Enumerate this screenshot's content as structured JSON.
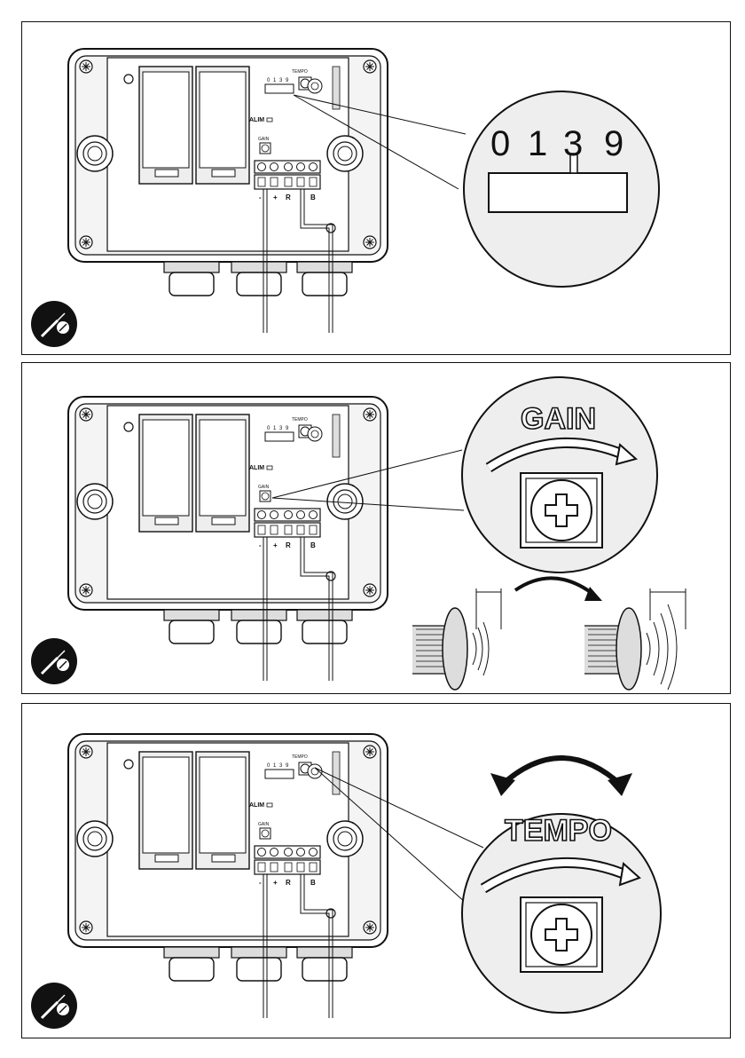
{
  "labels": {
    "tempo_small": "TEMPO",
    "gain_small": "GAIN",
    "alim": "ALIM",
    "terminal_minus": "-",
    "terminal_plus": "+",
    "terminal_r": "R",
    "terminal_b": "B",
    "dip": [
      "0",
      "1",
      "3",
      "9"
    ]
  },
  "callouts": {
    "selector_digits": [
      "0",
      "1",
      "3",
      "9"
    ],
    "gain": "GAIN",
    "tempo": "TEMPO"
  },
  "colors": {
    "stroke": "#111111",
    "fill_light": "#f2f2f2",
    "fill_grey": "#d9d9d9",
    "background": "#ffffff"
  },
  "icons": [
    "screwdriver-icon",
    "potentiometer-icon",
    "speaker-icon",
    "sound-wave-icon",
    "rotation-arrow-icon"
  ]
}
